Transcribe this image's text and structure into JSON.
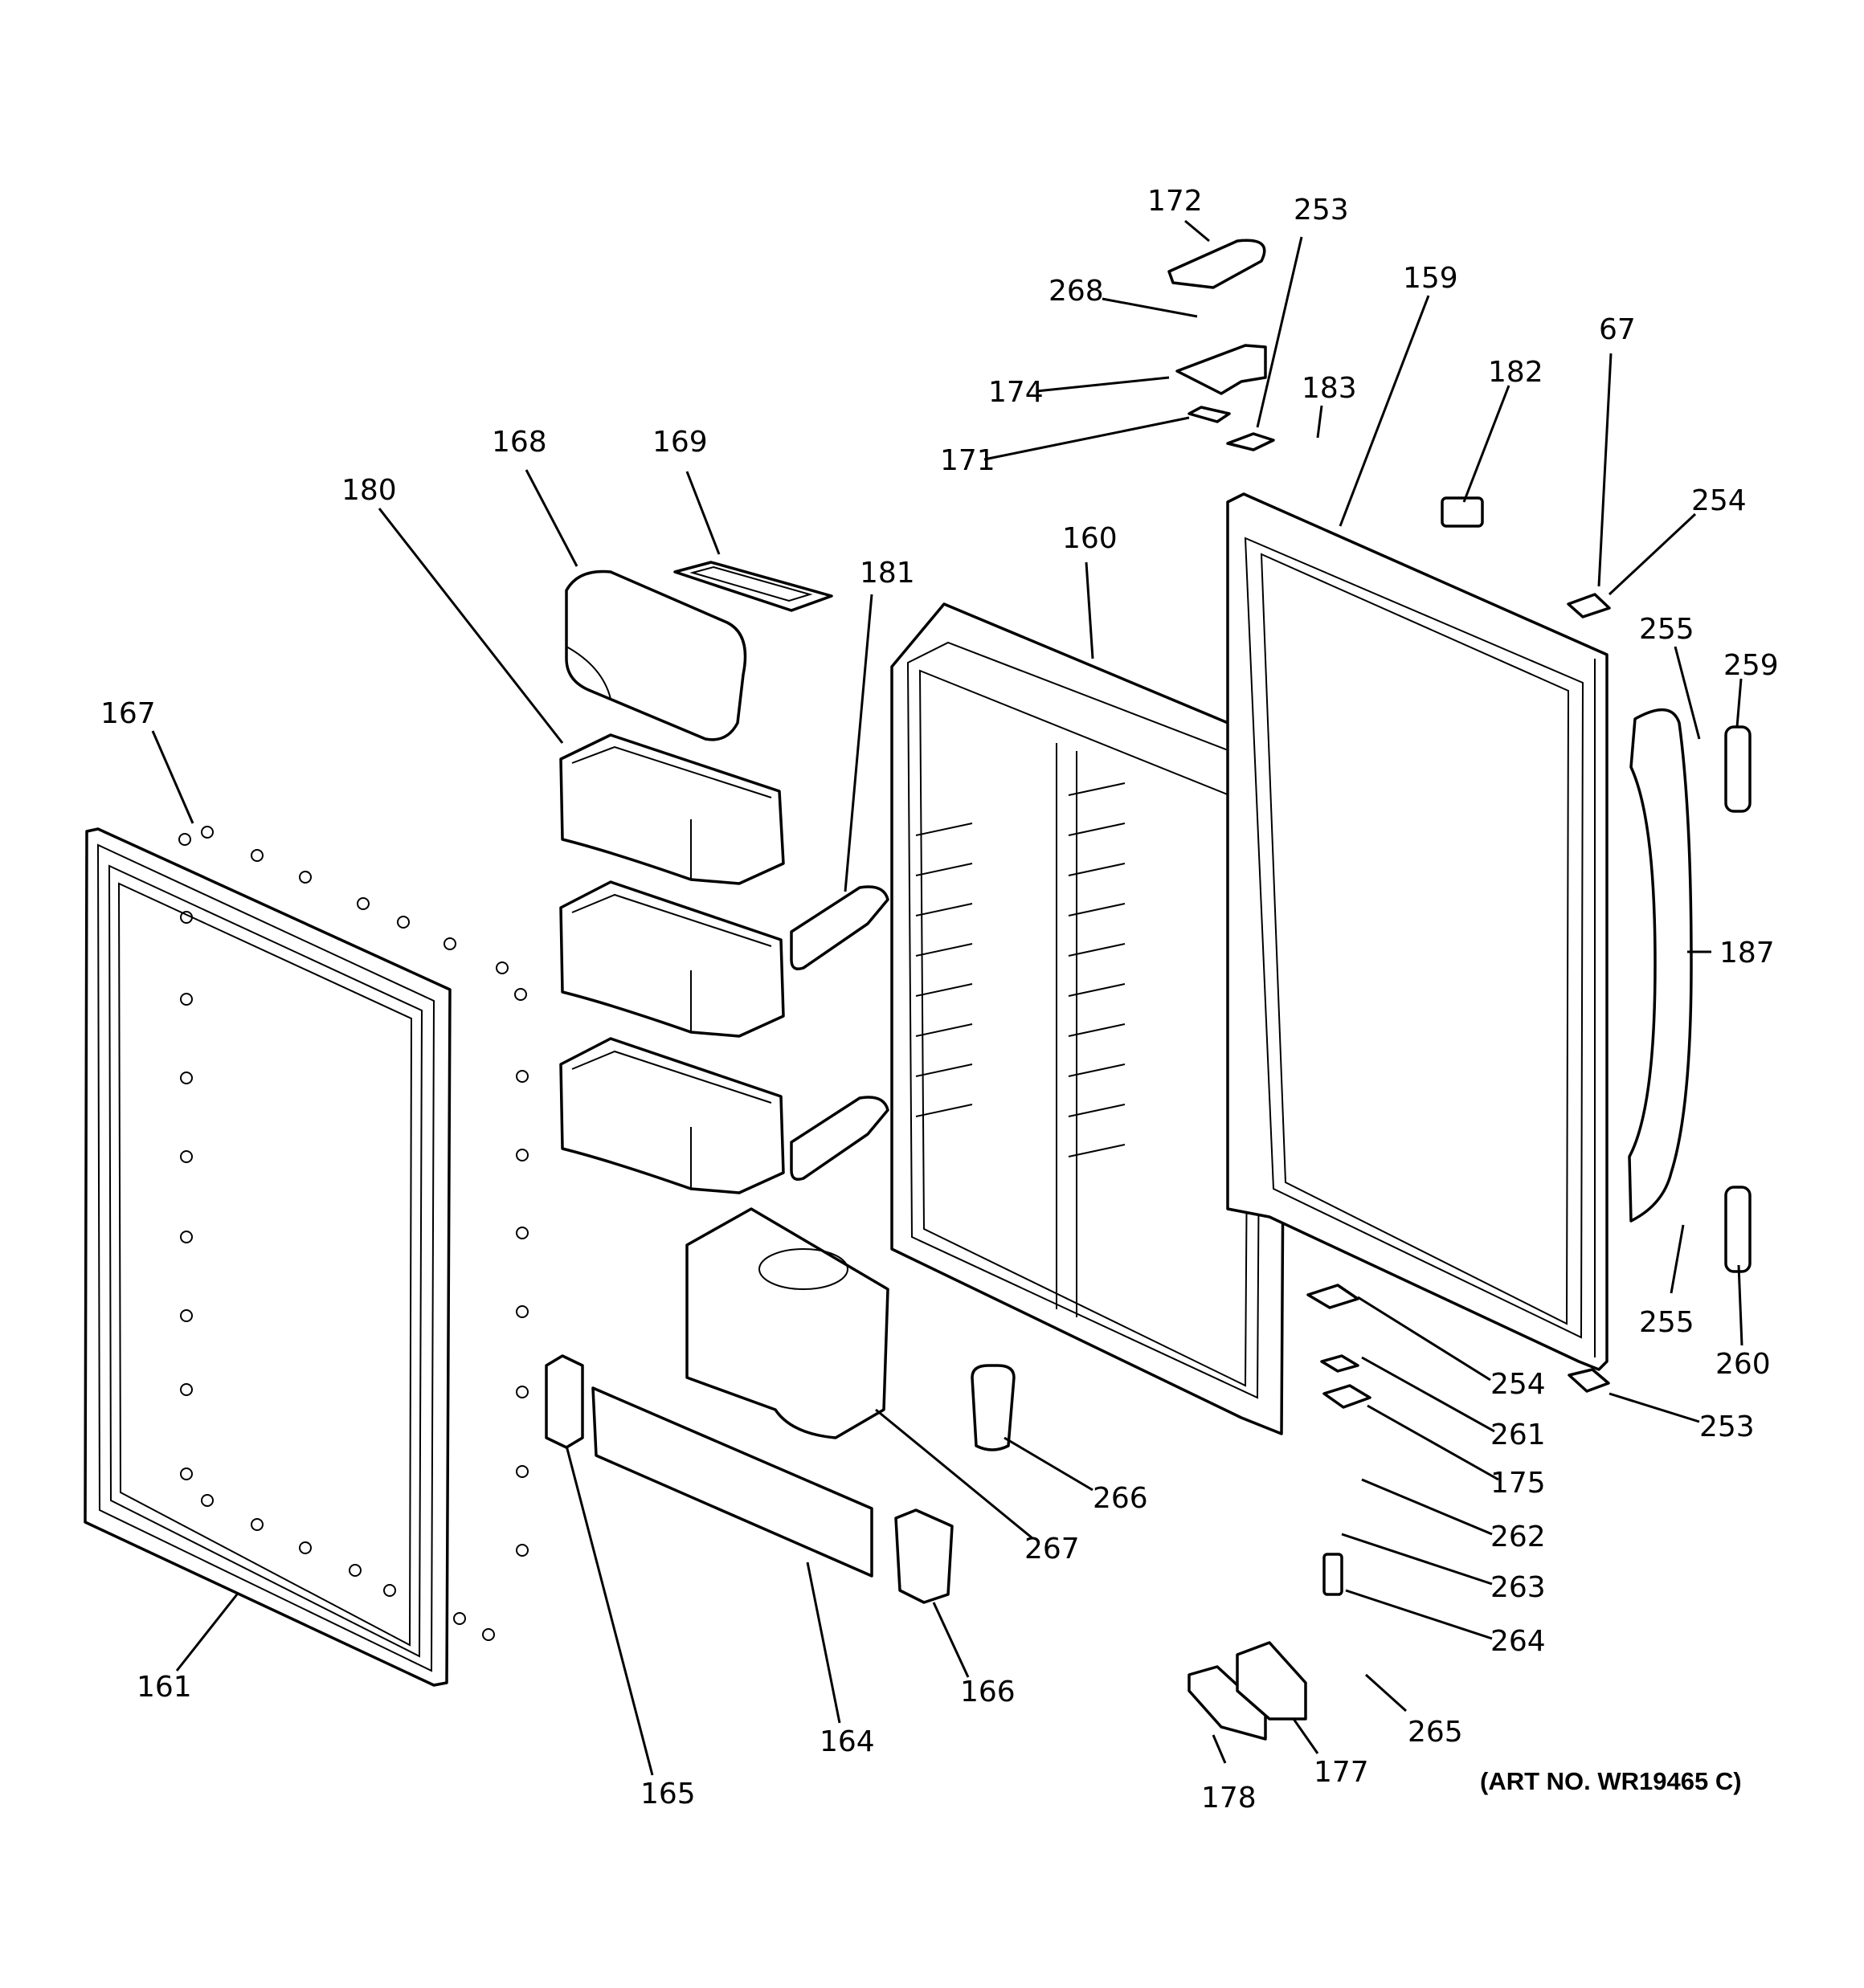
{
  "diagram": {
    "art_number": "(ART NO. WR19465 C)",
    "callouts": {
      "p172": "172",
      "p253a": "253",
      "p268": "268",
      "p159": "159",
      "p174": "174",
      "p183": "183",
      "p182": "182",
      "p67": "67",
      "p171": "171",
      "p168": "168",
      "p169": "169",
      "p180": "180",
      "p254a": "254",
      "p160": "160",
      "p181": "181",
      "p255a": "255",
      "p259": "259",
      "p167": "167",
      "p187": "187",
      "p255b": "255",
      "p260": "260",
      "p254b": "254",
      "p261": "261",
      "p253b": "253",
      "p175": "175",
      "p266": "266",
      "p262": "262",
      "p267": "267",
      "p263": "263",
      "p264": "264",
      "p161": "161",
      "p166": "166",
      "p265": "265",
      "p164": "164",
      "p177": "177",
      "p165": "165",
      "p178": "178"
    }
  }
}
